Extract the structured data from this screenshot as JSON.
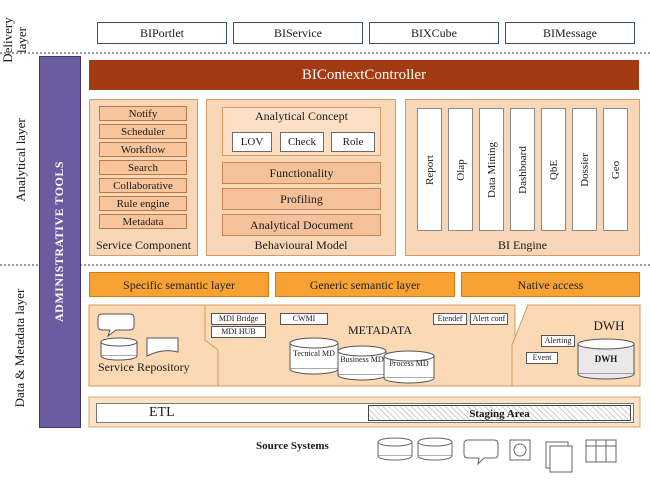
{
  "layers": {
    "delivery": "Delivery layer",
    "analytical": "Analytical layer",
    "data_metadata": "Data & Metadata layer"
  },
  "admin_tools": "ADMINISTRATIVE TOOLS",
  "delivery_items": [
    "BIPortlet",
    "BIService",
    "BIXCube",
    "BIMessage"
  ],
  "context_controller": "BIContextController",
  "service_component": {
    "caption": "Service Component",
    "items": [
      "Notify",
      "Scheduler",
      "Workflow",
      "Search",
      "Collaborative",
      "Rule engine",
      "Metadata"
    ]
  },
  "behavioural_model": {
    "caption": "Behavioural Model",
    "analytical_concept": "Analytical Concept",
    "concept_items": [
      "LOV",
      "Check",
      "Role"
    ],
    "bars": [
      "Functionality",
      "Profiling",
      "Analytical Document"
    ]
  },
  "bi_engine": {
    "caption": "BI Engine",
    "items": [
      "Report",
      "Olap",
      "Data Mining",
      "Dashboard",
      "QbE",
      "Dossier",
      "Geo"
    ]
  },
  "semantic": [
    "Specific semantic layer",
    "Generic semantic layer",
    "Native access"
  ],
  "service_repository": "Service Repository",
  "metadata": {
    "title": "METADATA",
    "boxes": [
      "MDI Bridge",
      "MDI HUB",
      "CWMI",
      "Etendef",
      "Alert conf"
    ],
    "cylinders": [
      "Tecnical MD",
      "Business MD",
      "Process MD"
    ]
  },
  "dwh": {
    "title": "DWH",
    "alerting": "Alerting",
    "event": "Event",
    "cylinder": "DWH"
  },
  "etl": "ETL",
  "staging": "Staging Area",
  "source_systems": "Source Systems",
  "colors": {
    "admin": "#6b5ba0",
    "controller": "#a23a12",
    "semantic": "#f7a233",
    "panel": "#f8d7b8"
  }
}
